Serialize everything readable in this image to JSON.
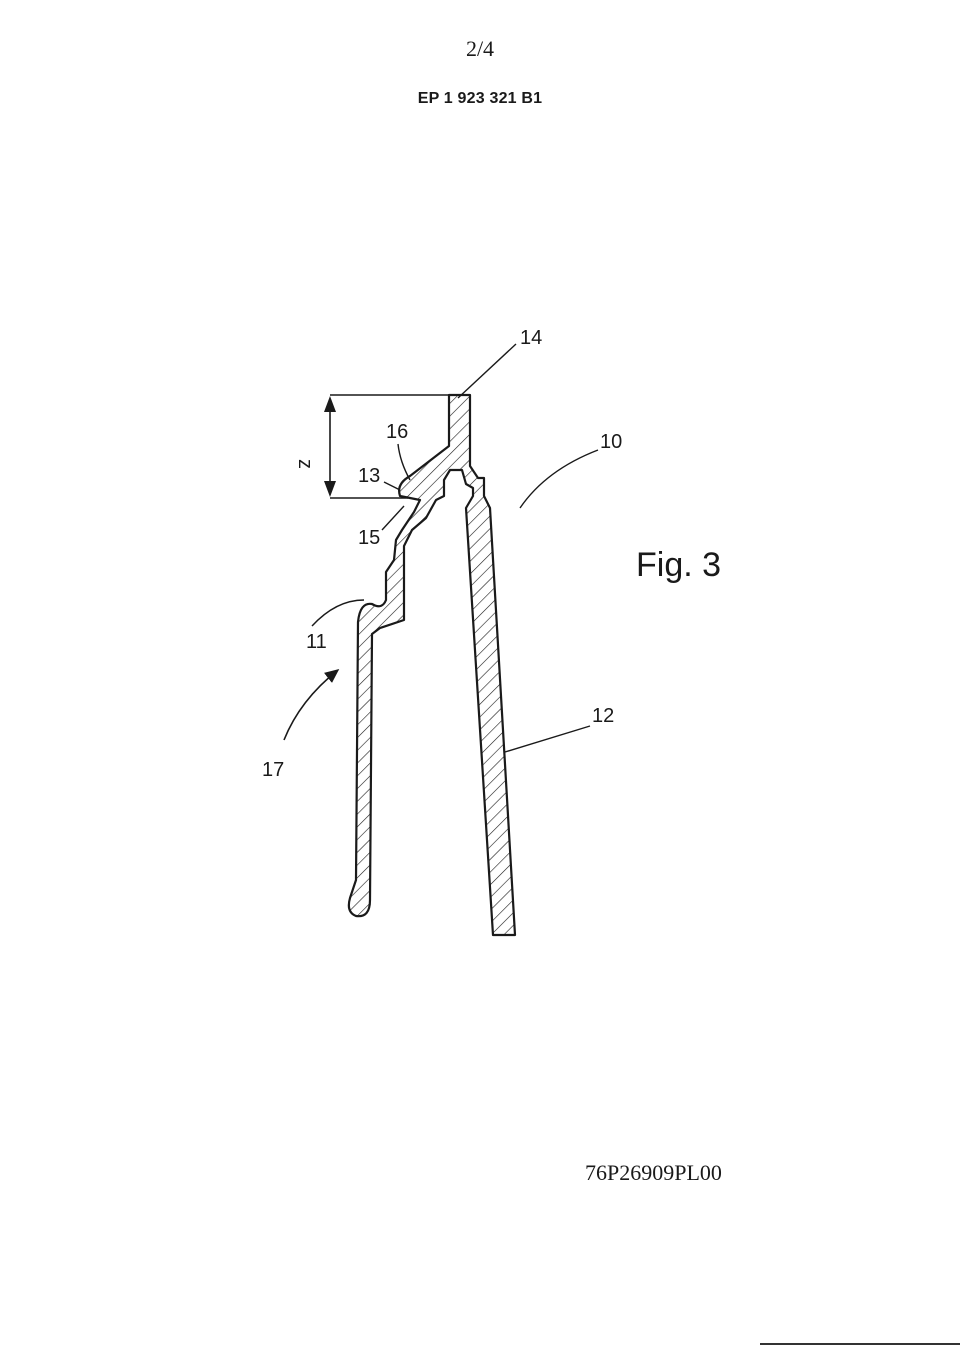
{
  "header": {
    "page_number": "2/4",
    "publication_number": "EP 1 923 321 B1"
  },
  "figure": {
    "label": "Fig. 3",
    "reference_labels": {
      "r10": "10",
      "r11": "11",
      "r12": "12",
      "r13": "13",
      "r14": "14",
      "r15": "15",
      "r16": "16",
      "r17": "17",
      "rz": "z"
    }
  },
  "footer": {
    "document_code": "76P26909PL00"
  },
  "colors": {
    "ink": "#1a1a1a",
    "paper": "#ffffff"
  }
}
